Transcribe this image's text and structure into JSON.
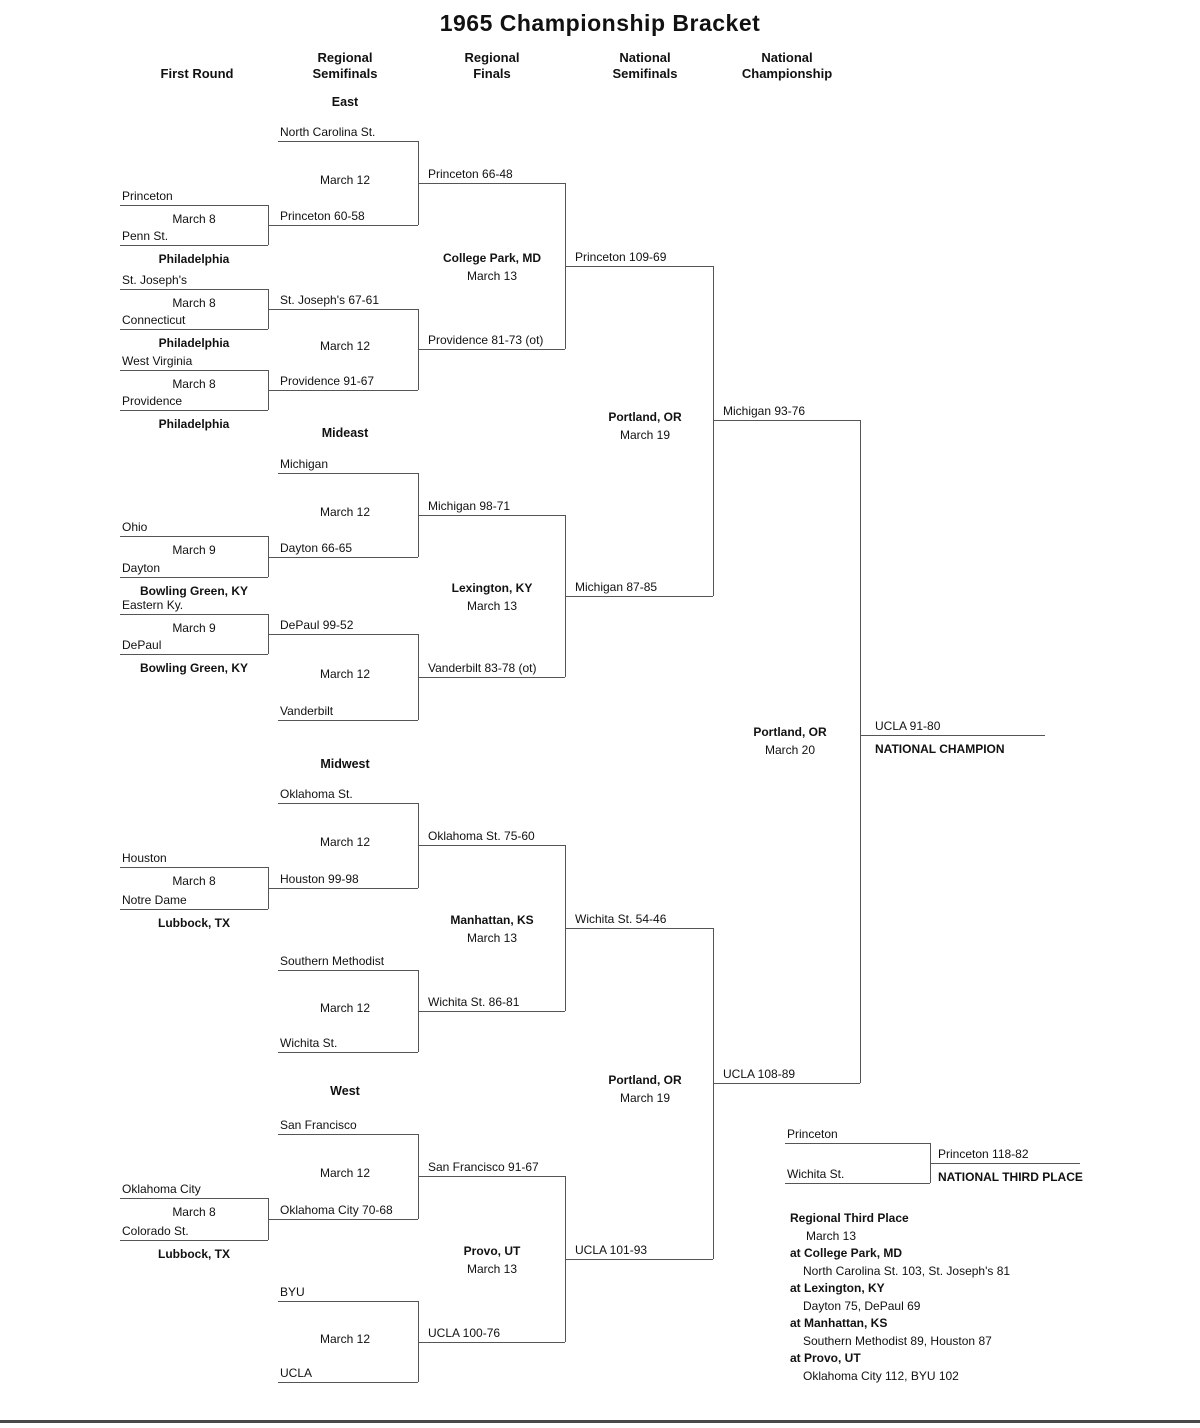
{
  "title": "1965 Championship Bracket",
  "headers": {
    "first_round": "First Round",
    "regional_semifinals": "Regional\nSemifinals",
    "regional_finals": "Regional\nFinals",
    "national_semifinals": "National\nSemifinals",
    "national_championship": "National\nChampionship"
  },
  "east": {
    "label": "East",
    "bye_top": "North Carolina St.",
    "fr_games": [
      {
        "team1": "Princeton",
        "team2": "Penn St.",
        "date": "March 8",
        "site": "Philadelphia",
        "result": "Princeton 60-58"
      },
      {
        "team1": "St. Joseph's",
        "team2": "Connecticut",
        "date": "March 8",
        "site": "Philadelphia",
        "result": "St. Joseph's 67-61"
      },
      {
        "team1": "West Virginia",
        "team2": "Providence",
        "date": "March 8",
        "site": "Philadelphia",
        "result": "Providence 91-67"
      }
    ],
    "semi_dates": [
      "March 12",
      "March 12"
    ],
    "semi_results": [
      "Princeton 66-48",
      "Providence 81-73 (ot)"
    ],
    "final_site": "College Park, MD",
    "final_date": "March 13",
    "final_result": "Princeton 109-69"
  },
  "mideast": {
    "label": "Mideast",
    "bye_top": "Michigan",
    "bye_bottom": "Vanderbilt",
    "fr_games": [
      {
        "team1": "Ohio",
        "team2": "Dayton",
        "date": "March 9",
        "site": "Bowling Green, KY",
        "result": "Dayton 66-65"
      },
      {
        "team1": "Eastern Ky.",
        "team2": "DePaul",
        "date": "March 9",
        "site": "Bowling Green, KY",
        "result": "DePaul 99-52"
      }
    ],
    "semi_dates": [
      "March 12",
      "March 12"
    ],
    "semi_results": [
      "Michigan 98-71",
      "Vanderbilt 83-78 (ot)"
    ],
    "final_site": "Lexington, KY",
    "final_date": "March 13",
    "final_result": "Michigan 87-85"
  },
  "midwest": {
    "label": "Midwest",
    "bye_top": "Oklahoma St.",
    "bye_mid": "Southern Methodist",
    "bye_bottom": "Wichita St.",
    "fr_games": [
      {
        "team1": "Houston",
        "team2": "Notre Dame",
        "date": "March 8",
        "site": "Lubbock, TX",
        "result": "Houston 99-98"
      }
    ],
    "semi_dates": [
      "March 12",
      "March 12"
    ],
    "semi_results": [
      "Oklahoma St. 75-60",
      "Wichita St. 86-81"
    ],
    "final_site": "Manhattan, KS",
    "final_date": "March 13",
    "final_result": "Wichita St. 54-46"
  },
  "west": {
    "label": "West",
    "bye_top": "San Francisco",
    "bye_mid": "BYU",
    "bye_bottom": "UCLA",
    "fr_games": [
      {
        "team1": "Oklahoma City",
        "team2": "Colorado St.",
        "date": "March 8",
        "site": "Lubbock, TX",
        "result": "Oklahoma City 70-68"
      }
    ],
    "semi_dates": [
      "March 12",
      "March 12"
    ],
    "semi_results": [
      "San Francisco 91-67",
      "UCLA 100-76"
    ],
    "final_site": "Provo, UT",
    "final_date": "March 13",
    "final_result": "UCLA 101-93"
  },
  "national": {
    "semi_top": {
      "site": "Portland, OR",
      "date": "March 19",
      "result": "Michigan 93-76"
    },
    "semi_bottom": {
      "site": "Portland, OR",
      "date": "March 19",
      "result": "UCLA 108-89"
    },
    "championship": {
      "site": "Portland, OR",
      "date": "March 20",
      "result": "UCLA 91-80",
      "caption": "NATIONAL CHAMPION"
    },
    "third_place": {
      "team1": "Princeton",
      "team2": "Wichita St.",
      "result": "Princeton 118-82",
      "caption": "NATIONAL THIRD PLACE"
    }
  },
  "regional_third_place": {
    "title": "Regional Third Place",
    "date": "March 13",
    "entries": [
      {
        "site": "at College Park, MD",
        "result": "North Carolina St. 103, St. Joseph's 81"
      },
      {
        "site": "at Lexington, KY",
        "result": "Dayton 75, DePaul 69"
      },
      {
        "site": "at Manhattan, KS",
        "result": "Southern Methodist 89, Houston 87"
      },
      {
        "site": "at Provo, UT",
        "result": "Oklahoma City 112, BYU 102"
      }
    ]
  }
}
